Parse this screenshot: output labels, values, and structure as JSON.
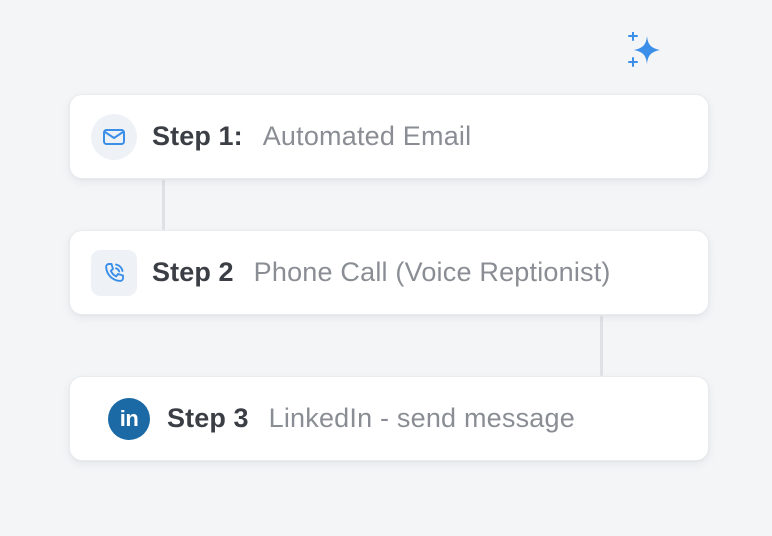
{
  "steps": [
    {
      "label": "Step 1:",
      "description": "Automated Email",
      "icon": "mail-icon"
    },
    {
      "label": "Step 2",
      "description": "Phone Call (Voice Reptionist)",
      "icon": "phone-call-icon"
    },
    {
      "label": "Step 3",
      "description": "LinkedIn - send message",
      "icon": "linkedin-icon",
      "icon_text": "in"
    }
  ],
  "colors": {
    "background": "#f4f5f7",
    "card": "#ffffff",
    "accent_blue": "#3b8fe8",
    "linkedin_blue": "#1b6aa5",
    "label_text": "#3b3f45",
    "description_text": "#8a8e94"
  },
  "decor": {
    "sparkle_icon": "sparkle-icon"
  }
}
